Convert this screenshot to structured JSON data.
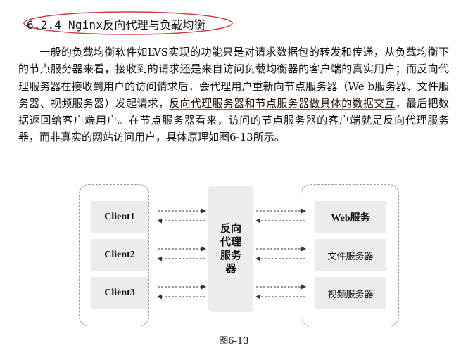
{
  "section": {
    "heading": "6.2.4 Nginx反向代理与负载均衡",
    "annotation_color": "#d23b3b"
  },
  "paragraph": {
    "before": "一般的负载均衡软件如LVS实现的功能只是对请求数据包的转发和传递，从负载均衡下的节点服务器来看，接收到的请求还是来自访问负载均衡器的客户端的真实用户；而反向代理服务器在接收到用户的访问请求后，会代理用户重新向节点服务器（We b服务器、文件服务器、视频服务器）发起请求，",
    "underlined": "反向代理服务器和节点服务器做具体的数据交互",
    "after": "，最后把数据返回给客户端用户。在节点服务器看来，访问的节点服务器的客户端就是反向代理服务器，而非真实的网站访问用户，具体原理如图6-13所示。"
  },
  "diagram": {
    "clients": [
      "Client1",
      "Client2",
      "Client3"
    ],
    "proxy": "反向代理服务器",
    "proxy_lines": [
      "反向",
      "代理",
      "服务",
      "器"
    ],
    "servers": [
      "Web服务",
      "文件服务器",
      "视频服务器"
    ],
    "box_color": "#ececec",
    "border_color": "#9a9a9a"
  },
  "caption": "图6-13"
}
